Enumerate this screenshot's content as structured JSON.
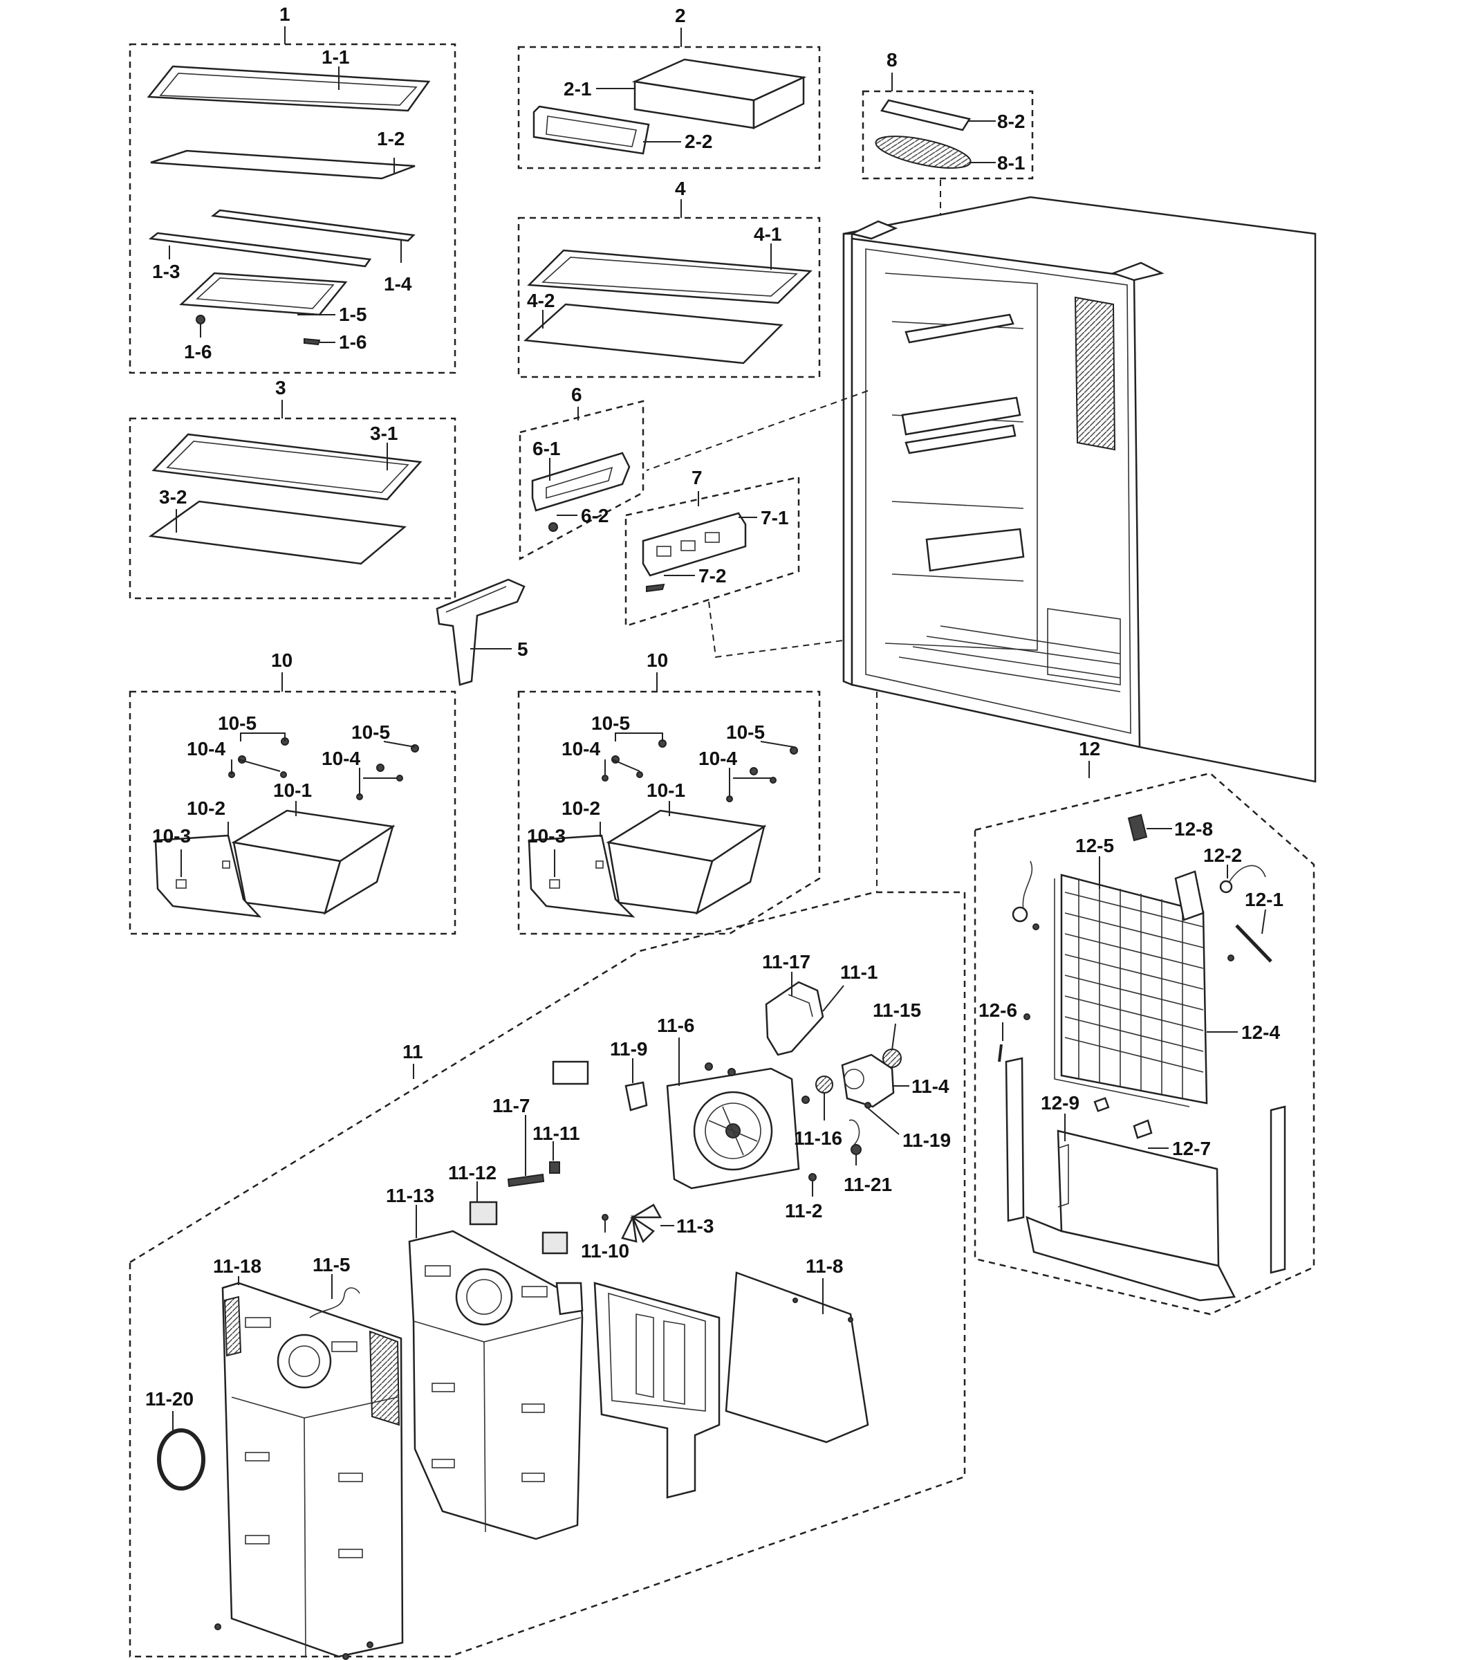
{
  "colors": {
    "line": "#222222",
    "background": "#ffffff"
  },
  "groups": [
    {
      "id": "1",
      "label": "1"
    },
    {
      "id": "2",
      "label": "2"
    },
    {
      "id": "3",
      "label": "3"
    },
    {
      "id": "4",
      "label": "4"
    },
    {
      "id": "6",
      "label": "6"
    },
    {
      "id": "7",
      "label": "7"
    },
    {
      "id": "8",
      "label": "8"
    },
    {
      "id": "10a",
      "label": "10"
    },
    {
      "id": "10b",
      "label": "10"
    },
    {
      "id": "11",
      "label": "11"
    },
    {
      "id": "12",
      "label": "12"
    }
  ],
  "callouts": [
    "1-1",
    "1-2",
    "1-3",
    "1-4",
    "1-5",
    "1-6",
    "1-6",
    "2-1",
    "2-2",
    "3-1",
    "3-2",
    "4-1",
    "4-2",
    "5",
    "6-1",
    "6-2",
    "7-1",
    "7-2",
    "8-2",
    "8-1",
    "10-5",
    "10-4",
    "10-5",
    "10-4",
    "10-2",
    "10-1",
    "10-3",
    "10-5",
    "10-4",
    "10-5",
    "10-4",
    "10-2",
    "10-1",
    "10-3",
    "11-17",
    "11-1",
    "11-15",
    "11-6",
    "11-9",
    "11-4",
    "11-7",
    "11-11",
    "11-16",
    "11-19",
    "11-12",
    "11-13",
    "11-21",
    "11-2",
    "11-3",
    "11-10",
    "11-18",
    "11-5",
    "11-8",
    "11-20",
    "12-8",
    "12-5",
    "12-2",
    "12-1",
    "12-6",
    "12-4",
    "12-9",
    "12-7"
  ]
}
